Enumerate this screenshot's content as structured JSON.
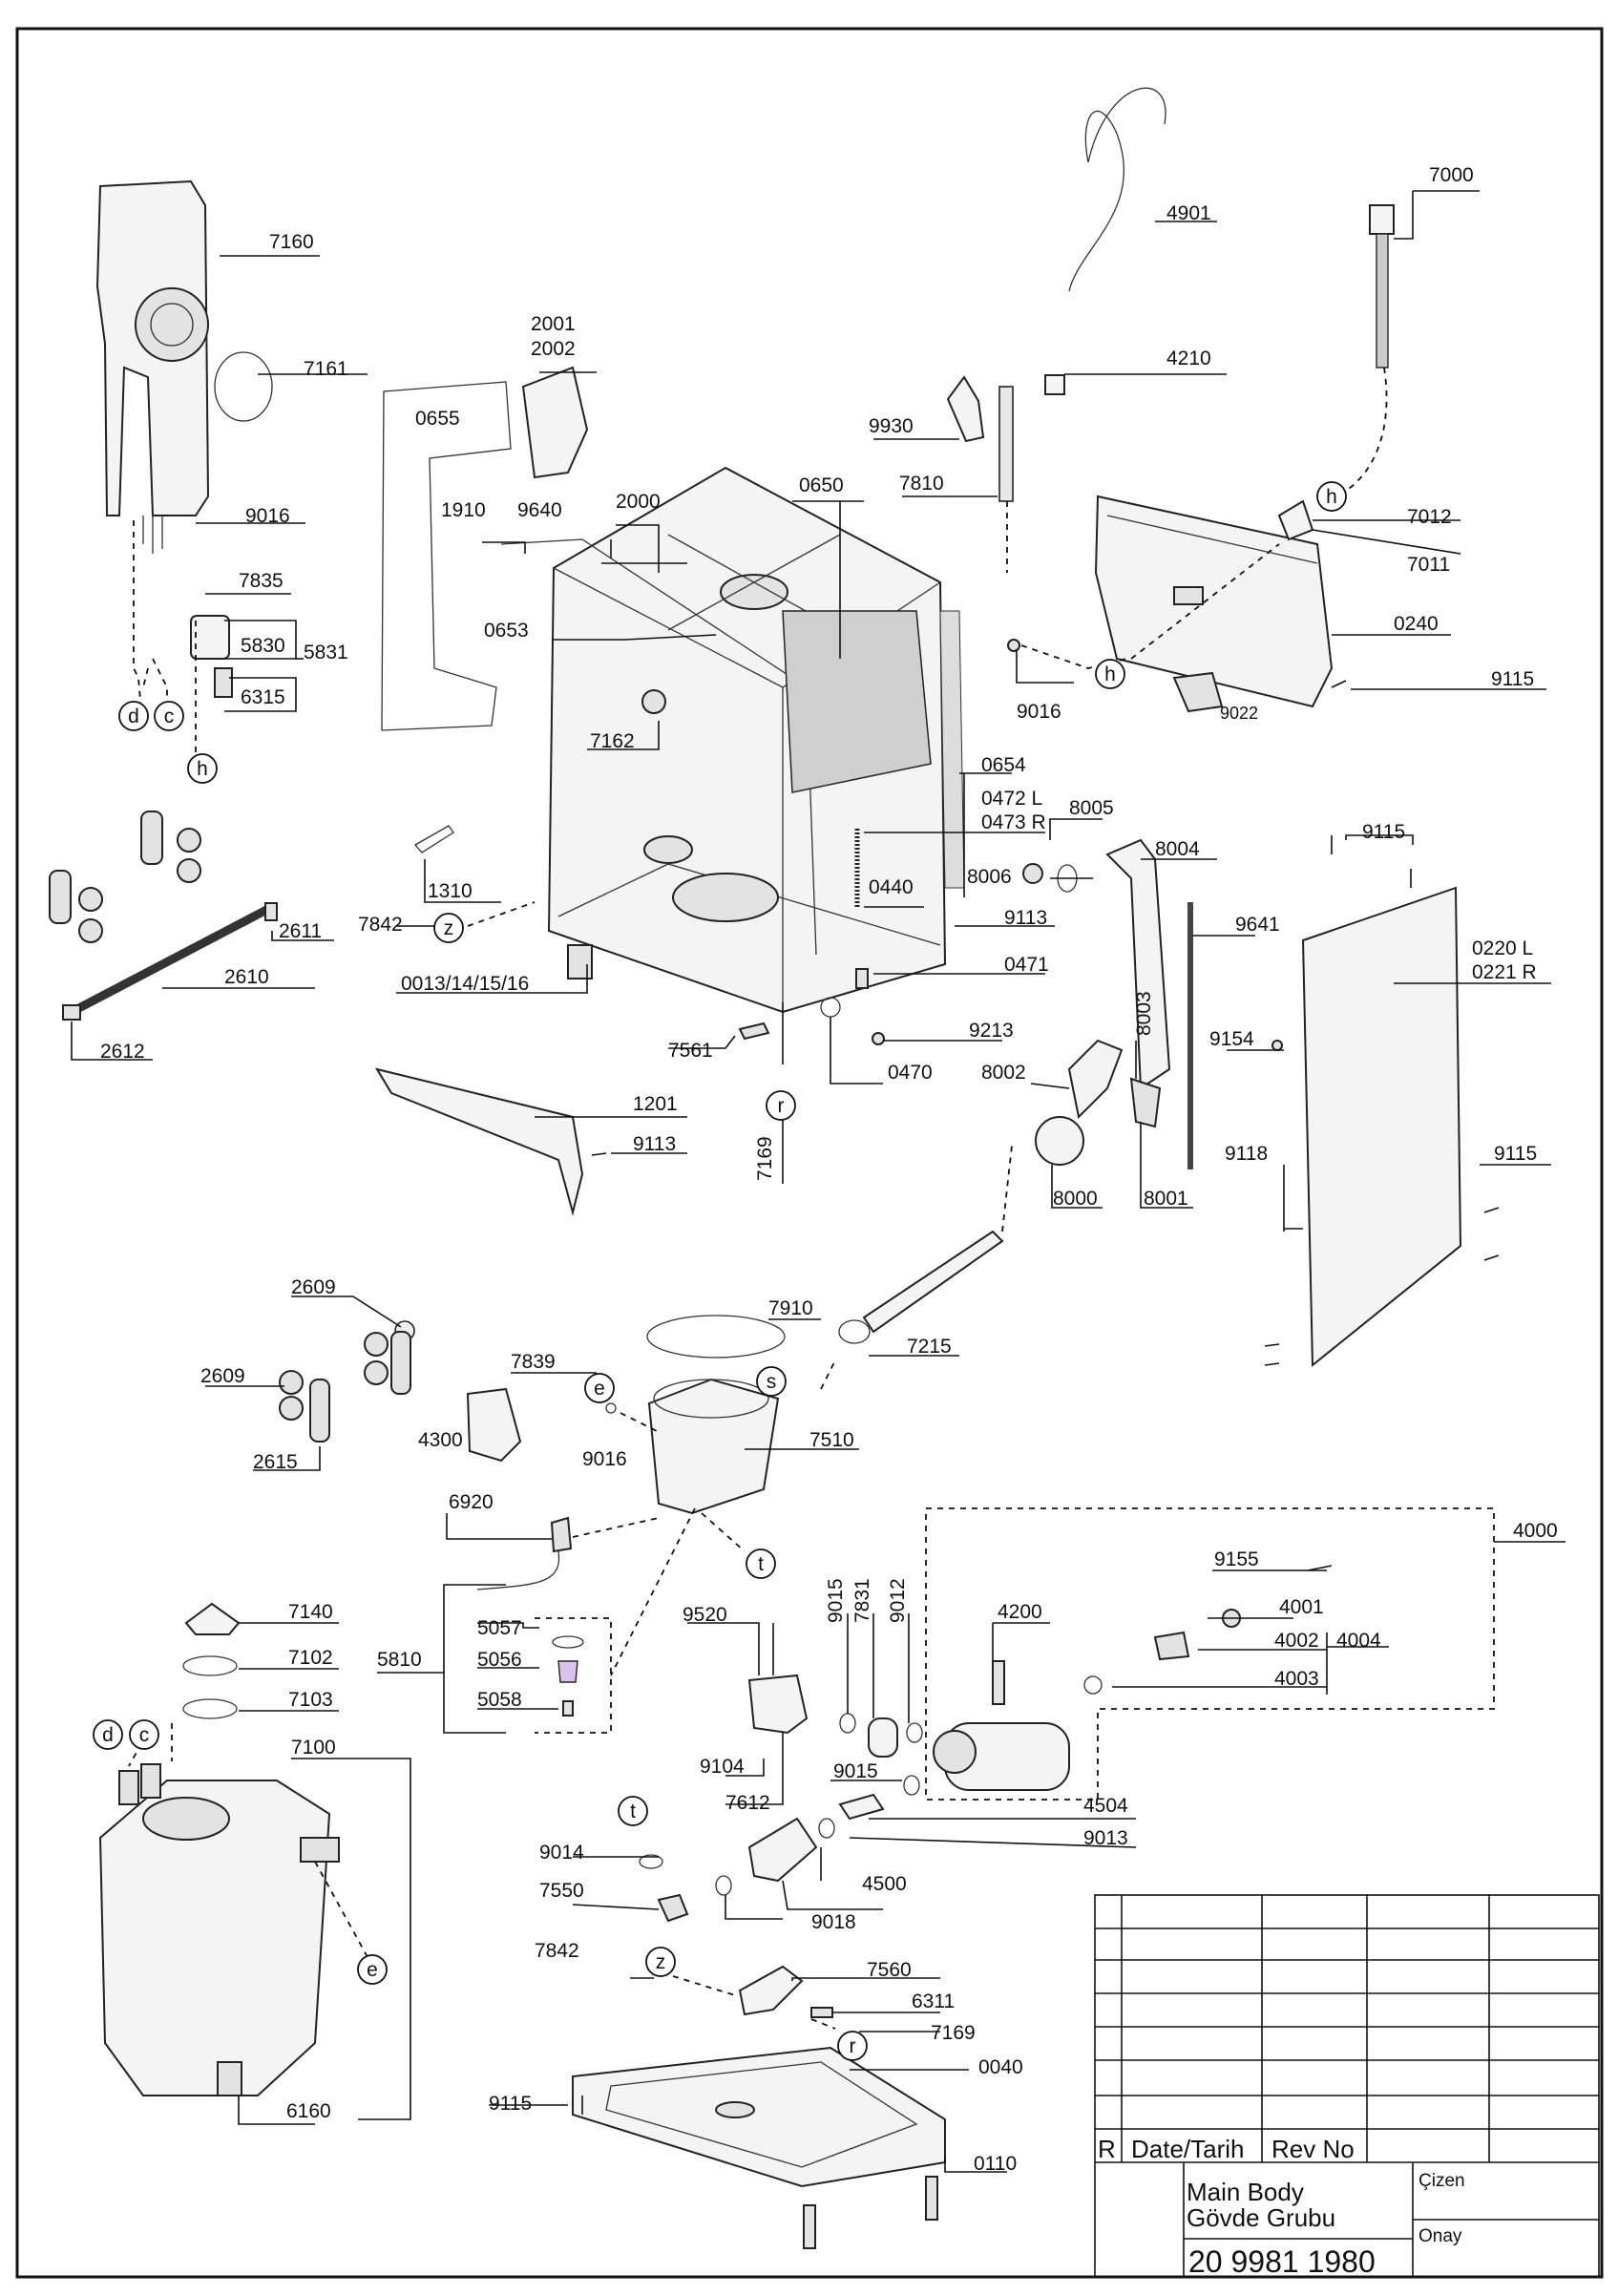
{
  "parts": {
    "p7160": "7160",
    "p7161": "7161",
    "p9016a": "9016",
    "p7835": "7835",
    "p5830": "5830",
    "p5831": "5831",
    "p6315": "6315",
    "p0655": "0655",
    "p2001": "2001",
    "p2002": "2002",
    "p1910": "1910",
    "p9640": "9640",
    "p2000": "2000",
    "p0650": "0650",
    "p0653": "0653",
    "p7162": "7162",
    "p4901": "4901",
    "p4210": "4210",
    "p9930": "9930",
    "p7810": "7810",
    "p7000": "7000",
    "p7012": "7012",
    "p7011": "7011",
    "p0240": "0240",
    "p9115a": "9115",
    "p9016b": "9016",
    "p9022": "9022",
    "p0654": "0654",
    "p0472": "0472 L",
    "p0473": "0473 R",
    "p8005": "8005",
    "p8004": "8004",
    "p8006": "8006",
    "p0440": "0440",
    "p9113a": "9113",
    "p0471": "0471",
    "p9213": "9213",
    "p0470": "0470",
    "p9115b": "9115",
    "p9641": "9641",
    "p0220": "0220 L",
    "p0221": "0221 R",
    "p9154": "9154",
    "p8003": "8003",
    "p8002": "8002",
    "p8000": "8000",
    "p8001": "8001",
    "p9118": "9118",
    "p9115c": "9115",
    "p1310": "1310",
    "p7842a": "7842",
    "p0013": "0013/14/15/16",
    "p7561": "7561",
    "p7169a": "7169",
    "p2611": "2611",
    "p2610": "2610",
    "p2612": "2612",
    "p1201": "1201",
    "p9113b": "9113",
    "p2609a": "2609",
    "p2609b": "2609",
    "p2615": "2615",
    "p7839": "7839",
    "p4300": "4300",
    "p9016c": "9016",
    "p7910": "7910",
    "p7215": "7215",
    "p7510": "7510",
    "p6920": "6920",
    "p4000": "4000",
    "p9155": "9155",
    "p4001": "4001",
    "p4002": "4002",
    "p4004": "4004",
    "p4003": "4003",
    "p7140": "7140",
    "p7102": "7102",
    "p7103": "7103",
    "p5810": "5810",
    "p5057": "5057",
    "p5056": "5056",
    "p5058": "5058",
    "p9520": "9520",
    "p9015a": "9015",
    "p7831": "7831",
    "p9012": "9012",
    "p4200": "4200",
    "p9104": "9104",
    "p7612": "7612",
    "p9015b": "9015",
    "p4504": "4504",
    "p9013": "9013",
    "p9014": "9014",
    "p7550": "7550",
    "p4500": "4500",
    "p9018": "9018",
    "p7100": "7100",
    "p6160": "6160",
    "p7842b": "7842",
    "p7560": "7560",
    "p6311": "6311",
    "p7169b": "7169",
    "p0040": "0040",
    "p9115d": "9115",
    "p0110": "0110"
  },
  "markers": {
    "h": "h",
    "d": "d",
    "c": "c",
    "z": "z",
    "r": "r",
    "s": "s",
    "e": "e",
    "t": "t"
  },
  "title_block": {
    "rev_letter": "R",
    "date_label": "Date/Tarih",
    "rev_no_label": "Rev No",
    "title_en": "Main Body",
    "title_tr": "Gövde Grubu",
    "drawn_label": "Çizen",
    "approved_label": "Onay",
    "drawing_number": "20 9981 1980"
  }
}
